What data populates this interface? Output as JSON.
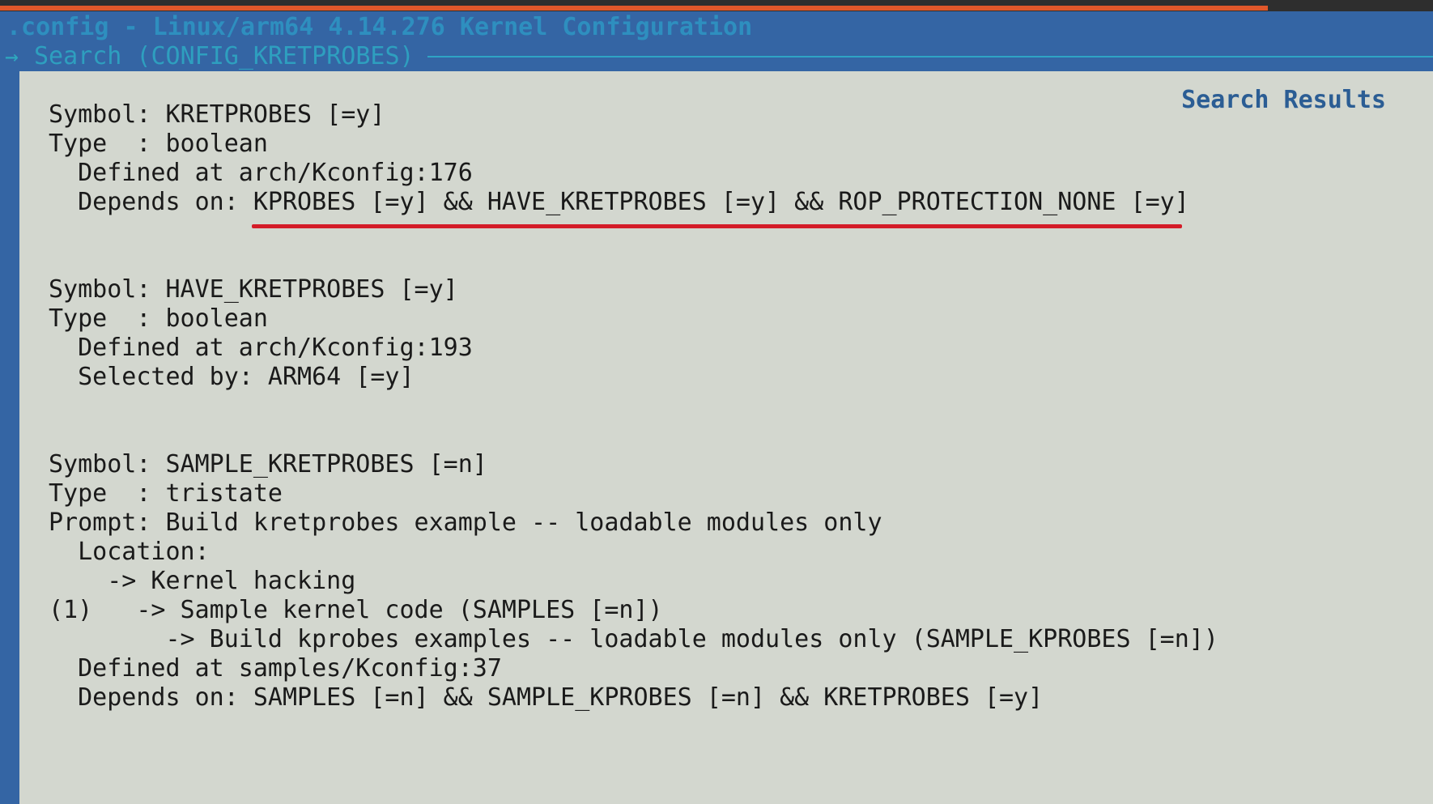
{
  "window": {
    "title": ".config - Linux/arm64 4.14.276 Kernel Configuration",
    "breadcrumb_arrow": "→",
    "breadcrumb": "Search (CONFIG_KRETPROBES)"
  },
  "dialog": {
    "title": "Search Results"
  },
  "results": {
    "lines": [
      "Symbol: KRETPROBES [=y]",
      "Type  : boolean",
      "  Defined at arch/Kconfig:176",
      "  Depends on: KPROBES [=y] && HAVE_KRETPROBES [=y] && ROP_PROTECTION_NONE [=y]",
      "",
      "",
      "Symbol: HAVE_KRETPROBES [=y]",
      "Type  : boolean",
      "  Defined at arch/Kconfig:193",
      "  Selected by: ARM64 [=y]",
      "",
      "",
      "Symbol: SAMPLE_KRETPROBES [=n]",
      "Type  : tristate",
      "Prompt: Build kretprobes example -- loadable modules only",
      "  Location:",
      "    -> Kernel hacking",
      "(1)   -> Sample kernel code (SAMPLES [=n])",
      "        -> Build kprobes examples -- loadable modules only (SAMPLE_KPROBES [=n])",
      "  Defined at samples/Kconfig:37",
      "  Depends on: SAMPLES [=n] && SAMPLE_KPROBES [=n] && KRETPROBES [=y]"
    ]
  },
  "colors": {
    "background": "#3465a4",
    "panel": "#d3d7cf",
    "title_text": "#2e8fbf",
    "dialog_title": "#2b5d94",
    "annotation_underline": "#d41c28",
    "top_accent": "#e0572a"
  }
}
